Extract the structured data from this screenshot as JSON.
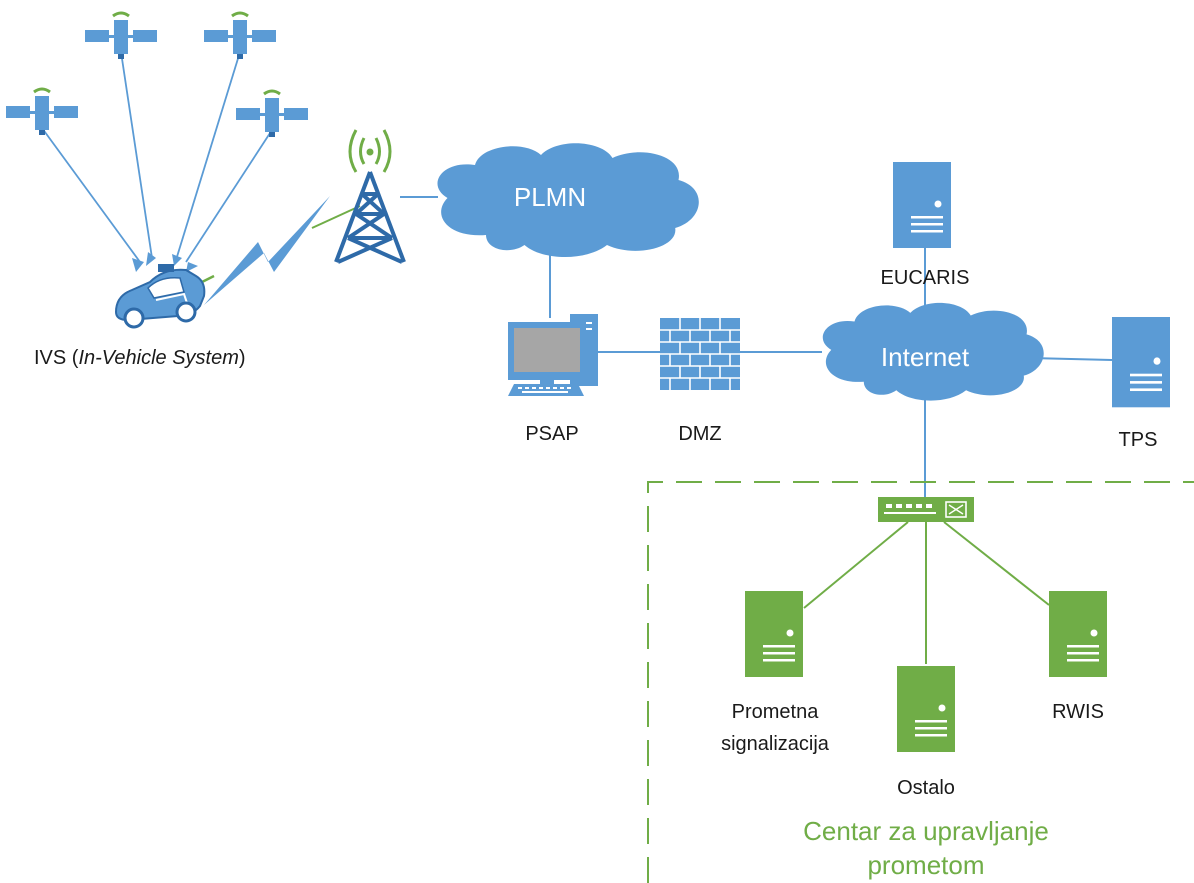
{
  "colors": {
    "blue": "#5b9bd5",
    "dark_blue": "#2e6aa8",
    "green": "#70ad47",
    "text": "#1a1a1a",
    "white": "#ffffff"
  },
  "nodes": {
    "ivs": {
      "label_prefix": "IVS (",
      "label_italic": "In-Vehicle System",
      "label_suffix": ")",
      "icon": "car-icon"
    },
    "tower": {
      "icon": "cell-tower-icon"
    },
    "plmn": {
      "label": "PLMN",
      "icon": "cloud-icon"
    },
    "psap": {
      "label": "PSAP",
      "icon": "workstation-icon"
    },
    "dmz": {
      "label": "DMZ",
      "icon": "firewall-icon"
    },
    "internet": {
      "label": "Internet",
      "icon": "cloud-icon"
    },
    "eucaris": {
      "label": "EUCARIS",
      "icon": "server-icon"
    },
    "tps": {
      "label": "TPS",
      "icon": "server-icon"
    },
    "switch": {
      "icon": "network-switch-icon"
    },
    "prometna": {
      "label_line1": "Prometna",
      "label_line2": "signalizacija",
      "icon": "server-icon"
    },
    "ostalo": {
      "label": "Ostalo",
      "icon": "server-icon"
    },
    "rwis": {
      "label": "RWIS",
      "icon": "server-icon"
    }
  },
  "zone": {
    "label_line1": "Centar za upravljanje",
    "label_line2": "prometom"
  },
  "satellites": {
    "count": 4,
    "icon": "satellite-icon"
  }
}
